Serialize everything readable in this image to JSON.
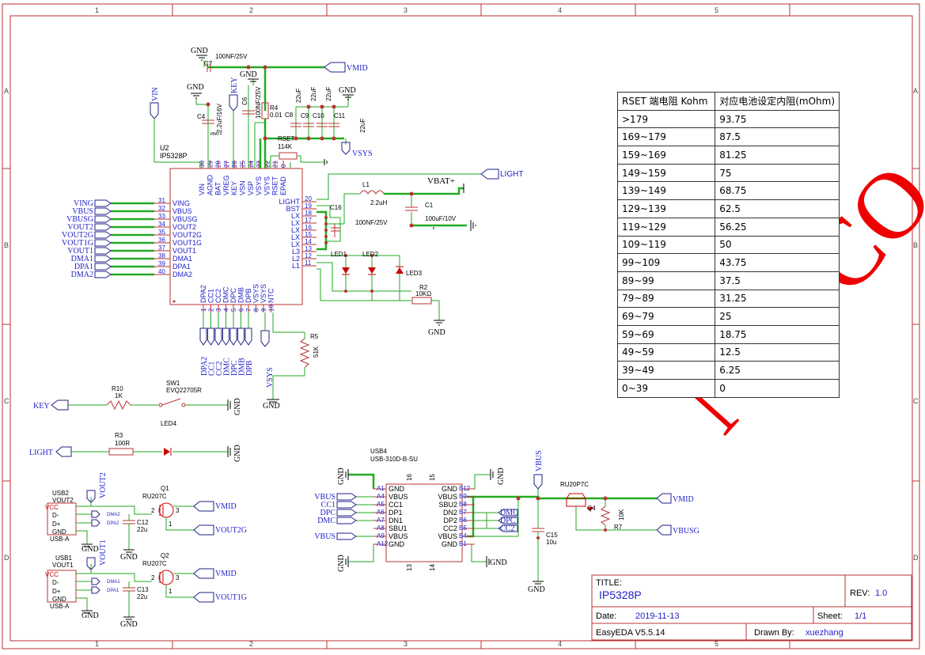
{
  "grid": {
    "cols": [
      "1",
      "2",
      "3",
      "4",
      "5"
    ],
    "rows": [
      "A",
      "B",
      "C",
      "D"
    ]
  },
  "rset_table": {
    "header": [
      "RSET 端电阻 Kohm",
      "对应电池设定内阻(mOhm)"
    ],
    "rows": [
      [
        ">179",
        "93.75"
      ],
      [
        "169~179",
        "87.5"
      ],
      [
        "159~169",
        "81.25"
      ],
      [
        "149~159",
        "75"
      ],
      [
        "139~149",
        "68.75"
      ],
      [
        "129~139",
        "62.5"
      ],
      [
        "119~129",
        "56.25"
      ],
      [
        "109~119",
        "50"
      ],
      [
        "99~109",
        "43.75"
      ],
      [
        "89~99",
        "37.5"
      ],
      [
        "79~89",
        "31.25"
      ],
      [
        "69~79",
        "25"
      ],
      [
        "59~69",
        "18.75"
      ],
      [
        "49~59",
        "12.5"
      ],
      [
        "39~49",
        "6.25"
      ],
      [
        "0~39",
        "0"
      ]
    ]
  },
  "watermark": "NIC CO",
  "titleblock": {
    "title_label": "TITLE:",
    "title": "IP5328P",
    "rev_label": "REV:",
    "rev": "1.0",
    "date_label": "Date:",
    "date": "2019-11-13",
    "sheet_label": "Sheet:",
    "sheet": "1/1",
    "tool": "EasyEDA V5.5.14",
    "drawn_label": "Drawn By:",
    "drawn": "xuezhang"
  },
  "u2": {
    "ref": "U2",
    "part": "IP5328P",
    "left_pins": [
      {
        "num": "31",
        "name": "VING",
        "net": "VING"
      },
      {
        "num": "32",
        "name": "VBUS",
        "net": "VBUS"
      },
      {
        "num": "33",
        "name": "VBUSG",
        "net": "VBUSG"
      },
      {
        "num": "34",
        "name": "VOUT2",
        "net": "VOUT2"
      },
      {
        "num": "35",
        "name": "VOUT2G",
        "net": "VOUT2G"
      },
      {
        "num": "36",
        "name": "VOUT1G",
        "net": "VOUT1G"
      },
      {
        "num": "37",
        "name": "VOUT1",
        "net": "VOUT1"
      },
      {
        "num": "38",
        "name": "DMA1",
        "net": "DMA1"
      },
      {
        "num": "39",
        "name": "DPA1",
        "net": "DPA1"
      },
      {
        "num": "40",
        "name": "DMA2",
        "net": "DMA2"
      }
    ],
    "right_pins": [
      {
        "num": "20",
        "name": "LIGHT"
      },
      {
        "num": "19",
        "name": "BST"
      },
      {
        "num": "18",
        "name": "LX"
      },
      {
        "num": "17",
        "name": "LX"
      },
      {
        "num": "16",
        "name": "LX"
      },
      {
        "num": "15",
        "name": "LX"
      },
      {
        "num": "14",
        "name": "LX"
      },
      {
        "num": "13",
        "name": "L3"
      },
      {
        "num": "12",
        "name": "L2"
      },
      {
        "num": "11",
        "name": "L1"
      }
    ],
    "top_pins": [
      {
        "num": "30",
        "name": "VIN"
      },
      {
        "num": "29",
        "name": "AGND"
      },
      {
        "num": "28",
        "name": "BAT"
      },
      {
        "num": "27",
        "name": "VREG"
      },
      {
        "num": "26",
        "name": "KEY"
      },
      {
        "num": "25",
        "name": "VSN"
      },
      {
        "num": "24",
        "name": "VSP"
      },
      {
        "num": "23",
        "name": "VSYS"
      },
      {
        "num": "22",
        "name": "VSYS"
      },
      {
        "num": "21",
        "name": "RSET"
      },
      {
        "num": "0",
        "name": "EPAD"
      }
    ],
    "bottom_pins": [
      {
        "num": "1",
        "name": "DPA2"
      },
      {
        "num": "2",
        "name": "CC1"
      },
      {
        "num": "3",
        "name": "CC2"
      },
      {
        "num": "4",
        "name": "DMC"
      },
      {
        "num": "5",
        "name": "DPC"
      },
      {
        "num": "6",
        "name": "DMB"
      },
      {
        "num": "7",
        "name": "DPB"
      },
      {
        "num": "8",
        "name": "VSYS"
      },
      {
        "num": "9",
        "name": "VSYS"
      },
      {
        "num": "10",
        "name": "NTC"
      }
    ],
    "bottom_nets": [
      "DPA2",
      "CC1",
      "CC2",
      "DMC",
      "DPC",
      "DMB",
      "DPB"
    ]
  },
  "labels": {
    "gnd": "GND",
    "vin": "VIN",
    "key": "KEY",
    "vmid": "VMID",
    "vsys": "VSYS",
    "light": "LIGHT",
    "vbat": "VBAT+",
    "vbus": "VBUS",
    "vbusg": "VBUSG",
    "vout1": "VOUT1",
    "vout2": "VOUT2",
    "vout1g": "VOUT1G",
    "vout2g": "VOUT2G",
    "vcc": "VCC",
    "dm": "D-",
    "dp": "D+",
    "usba": "USB-A",
    "dma1": "DMA1",
    "dpa1": "DPA1",
    "dma2": "DMA2",
    "dpa2": "DPA2",
    "vbat_small": "VBAT+",
    "rset": "RSET",
    "epad_pin": "0"
  },
  "components": {
    "c7": {
      "ref": "C7",
      "val": "100NF/25V"
    },
    "c4": {
      "ref": "C4",
      "val": "2.2uF/16V"
    },
    "c6": {
      "ref": "C6",
      "val": "100NF/25V"
    },
    "r4": {
      "ref": "R4",
      "val": "0.01"
    },
    "c8": {
      "ref": "C8",
      "val": "22uF"
    },
    "c9": {
      "ref": "C9",
      "val": "22uF"
    },
    "c10": {
      "ref": "C10",
      "val": "22uF"
    },
    "c11": {
      "ref": "C11",
      "val": "22uF"
    },
    "rset": {
      "ref": "RSET",
      "val": "114K"
    },
    "l1": {
      "ref": "L1",
      "val": "2.2uH"
    },
    "c1": {
      "ref": "C1",
      "val": "100uF/10V"
    },
    "c16": {
      "ref": "C16",
      "val": "100NF/25V"
    },
    "led1": {
      "ref": "LED1"
    },
    "led2": {
      "ref": "LED2"
    },
    "led3": {
      "ref": "LED3"
    },
    "r2": {
      "ref": "R2",
      "val": "10KΩ"
    },
    "r5": {
      "ref": "R5",
      "val": "51K"
    },
    "r10": {
      "ref": "R10",
      "val": "1K"
    },
    "sw1": {
      "ref": "SW1",
      "val": "EVQ22705R"
    },
    "led4": {
      "ref": "LED4"
    },
    "r3": {
      "ref": "R3",
      "val": "100R"
    },
    "usb2": {
      "ref": "USB2",
      "val": "VOUT2"
    },
    "usb1": {
      "ref": "USB1",
      "val": "VOUT1"
    },
    "q1": {
      "ref": "Q1",
      "val": "RU207C"
    },
    "q2": {
      "ref": "Q2",
      "val": "RU207C"
    },
    "c12": {
      "ref": "C12",
      "val": "22u"
    },
    "c13": {
      "ref": "C13",
      "val": "22u"
    },
    "usb4": {
      "ref": "USB4",
      "val": "USB-310D-B-SU"
    },
    "c15": {
      "ref": "C15",
      "val": "10u"
    },
    "q4": {
      "ref": "Q4",
      "val": "RU20P7C"
    },
    "r7": {
      "ref": "R7",
      "val": "10K"
    }
  },
  "usb4": {
    "left_pins": [
      {
        "pin": "A1",
        "name": "GND",
        "net": ""
      },
      {
        "pin": "A4",
        "name": "VBUS",
        "net": "VBUS"
      },
      {
        "pin": "A5",
        "name": "CC1",
        "net": "CC1"
      },
      {
        "pin": "A6",
        "name": "DP1",
        "net": "DPC"
      },
      {
        "pin": "A7",
        "name": "DN1",
        "net": "DMC"
      },
      {
        "pin": "A8",
        "name": "SBU1",
        "net": ""
      },
      {
        "pin": "A9",
        "name": "VBUS",
        "net": "VBUS"
      },
      {
        "pin": "A12",
        "name": "GND",
        "net": ""
      }
    ],
    "right_pins": [
      {
        "pin": "B12",
        "name": "GND",
        "net": ""
      },
      {
        "pin": "B9",
        "name": "VBUS",
        "net": ""
      },
      {
        "pin": "B8",
        "name": "SBU2",
        "net": ""
      },
      {
        "pin": "B7",
        "name": "DN2",
        "net": "DMC"
      },
      {
        "pin": "B6",
        "name": "DP2",
        "net": "DPC"
      },
      {
        "pin": "B5",
        "name": "CC2",
        "net": "CC2"
      },
      {
        "pin": "B4",
        "name": "VBUS",
        "net": ""
      },
      {
        "pin": "B1",
        "name": "GND",
        "net": ""
      }
    ],
    "top_pins": [
      "16",
      "15"
    ],
    "bottom_pins": [
      "13",
      "14"
    ]
  },
  "pin_nums": {
    "one": "1",
    "two": "2",
    "three": "3"
  }
}
